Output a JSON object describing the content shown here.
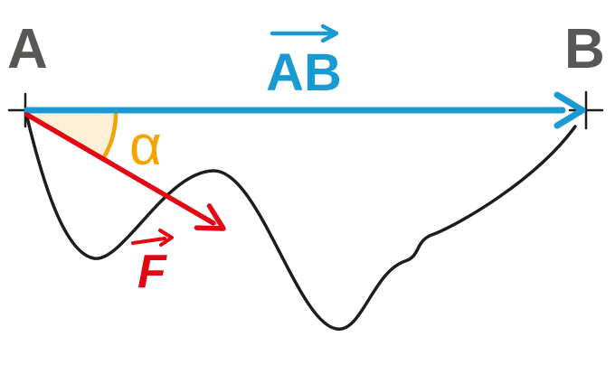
{
  "labels": {
    "point_a": "A",
    "point_b": "B",
    "vector_ab": "AB",
    "angle": "α",
    "vector_f": "F"
  },
  "icons": {
    "vector_ab_overarrow": "vector-arrow",
    "vector_f_overarrow": "vector-arrow"
  },
  "colors": {
    "vector_ab_blue": "#1a9ad2",
    "vector_f_red": "#e30613",
    "angle_orange": "#f5a300",
    "angle_fill_cream": "#fdf0d6",
    "path_black": "#1d1d1b",
    "point_label_gray": "#575756"
  }
}
